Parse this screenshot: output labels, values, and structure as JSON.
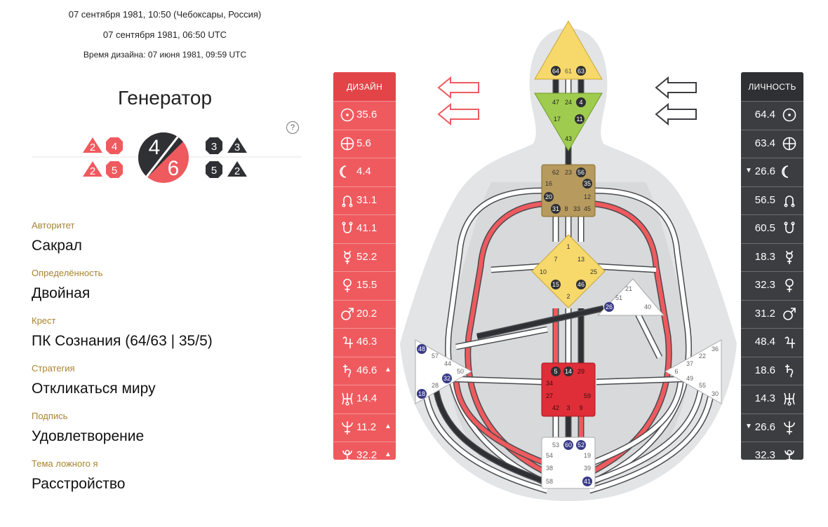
{
  "header": {
    "birth_local": "07 сентября 1981, 10:50 (Чебоксары, Россия)",
    "birth_utc": "07 сентября 1981, 06:50 UTC",
    "design_time": "Время дизайна: 07 июня 1981, 09:59 UTC"
  },
  "type": "Генератор",
  "help_label": "?",
  "profile": {
    "line_design": "4",
    "line_personality": "6",
    "design_badges": [
      [
        "2",
        "4"
      ],
      [
        "2",
        "5"
      ]
    ],
    "personality_badges": [
      [
        "3",
        "3"
      ],
      [
        "5",
        "2"
      ]
    ]
  },
  "details": [
    {
      "label": "Авторитет",
      "value": "Сакрал"
    },
    {
      "label": "Определённость",
      "value": "Двойная"
    },
    {
      "label": "Крест",
      "value": "ПК Сознания (64/63 | 35/5)"
    },
    {
      "label": "Стратегия",
      "value": "Откликаться миру"
    },
    {
      "label": "Подпись",
      "value": "Удовлетворение"
    },
    {
      "label": "Тема ложного я",
      "value": "Расстройство"
    }
  ],
  "design": {
    "title": "ДИЗАЙН",
    "rows": [
      {
        "planet": "sun-icon",
        "value": "35.6",
        "mark": ""
      },
      {
        "planet": "earth-icon",
        "value": "5.6",
        "mark": ""
      },
      {
        "planet": "moon-icon",
        "value": "4.4",
        "mark": ""
      },
      {
        "planet": "north-node-icon",
        "value": "31.1",
        "mark": ""
      },
      {
        "planet": "south-node-icon",
        "value": "41.1",
        "mark": ""
      },
      {
        "planet": "mercury-icon",
        "value": "52.2",
        "mark": ""
      },
      {
        "planet": "venus-icon",
        "value": "15.5",
        "mark": ""
      },
      {
        "planet": "mars-icon",
        "value": "20.2",
        "mark": ""
      },
      {
        "planet": "jupiter-icon",
        "value": "46.3",
        "mark": ""
      },
      {
        "planet": "saturn-icon",
        "value": "46.6",
        "mark": "▲"
      },
      {
        "planet": "uranus-icon",
        "value": "14.4",
        "mark": ""
      },
      {
        "planet": "neptune-icon",
        "value": "11.2",
        "mark": "▲"
      },
      {
        "planet": "pluto-icon",
        "value": "32.2",
        "mark": "▲"
      }
    ]
  },
  "personality": {
    "title": "ЛИЧНОСТЬ",
    "rows": [
      {
        "planet": "sun-icon",
        "value": "64.4",
        "mark": ""
      },
      {
        "planet": "earth-icon",
        "value": "63.4",
        "mark": ""
      },
      {
        "planet": "moon-icon",
        "value": "26.6",
        "mark": "▼"
      },
      {
        "planet": "north-node-icon",
        "value": "56.5",
        "mark": ""
      },
      {
        "planet": "south-node-icon",
        "value": "60.5",
        "mark": ""
      },
      {
        "planet": "mercury-icon",
        "value": "18.3",
        "mark": ""
      },
      {
        "planet": "venus-icon",
        "value": "32.3",
        "mark": ""
      },
      {
        "planet": "mars-icon",
        "value": "31.2",
        "mark": ""
      },
      {
        "planet": "jupiter-icon",
        "value": "48.4",
        "mark": ""
      },
      {
        "planet": "saturn-icon",
        "value": "18.6",
        "mark": ""
      },
      {
        "planet": "uranus-icon",
        "value": "14.3",
        "mark": ""
      },
      {
        "planet": "neptune-icon",
        "value": "26.6",
        "mark": "▼"
      },
      {
        "planet": "pluto-icon",
        "value": "32.3",
        "mark": ""
      }
    ]
  },
  "colors": {
    "design": "#ef5a5e",
    "personality": "#3c3d40",
    "head": "#f7d96b",
    "ajna": "#9fcc4e",
    "g": "#f7d96b",
    "throat": "#b79a5e",
    "sacral": "#df2e38",
    "undefined": "#ffffff",
    "accent": "#a78431",
    "gate_dot": "#383a87"
  },
  "gates": {
    "head": [
      "64",
      "61",
      "63"
    ],
    "ajna": [
      "47",
      "24",
      "4",
      "17",
      "11",
      "43"
    ],
    "throat": [
      "62",
      "23",
      "56",
      "16",
      "35",
      "20",
      "12",
      "31",
      "8",
      "33",
      "45"
    ],
    "g": [
      "1",
      "7",
      "13",
      "10",
      "25",
      "15",
      "46",
      "2"
    ],
    "ego": [
      "21",
      "51",
      "26",
      "40"
    ],
    "spleen": [
      "48",
      "57",
      "44",
      "50",
      "32",
      "28",
      "18"
    ],
    "solar": [
      "36",
      "22",
      "37",
      "6",
      "49",
      "55",
      "30"
    ],
    "sacral": [
      "5",
      "14",
      "29",
      "34",
      "27",
      "59",
      "42",
      "3",
      "9"
    ],
    "root": [
      "53",
      "60",
      "52",
      "54",
      "19",
      "38",
      "39",
      "58",
      "41"
    ]
  }
}
